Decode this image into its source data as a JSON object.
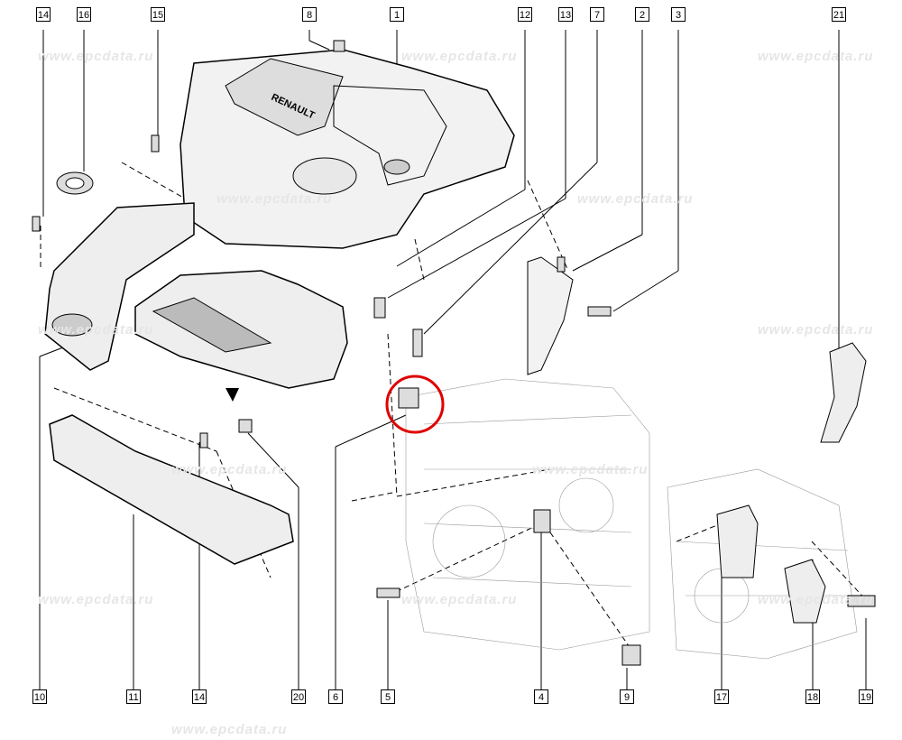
{
  "watermark": "www.epcdata.ru",
  "top_callouts": [
    "14",
    "16",
    "15",
    "8",
    "1",
    "12",
    "13",
    "7",
    "2",
    "3",
    "21"
  ],
  "bottom_callouts": [
    "10",
    "11",
    "14",
    "20",
    "6",
    "5",
    "4",
    "9",
    "17",
    "18",
    "19"
  ],
  "cover_brand": "RENAULT",
  "highlight_color": "#e00000",
  "line_color": "#000000"
}
